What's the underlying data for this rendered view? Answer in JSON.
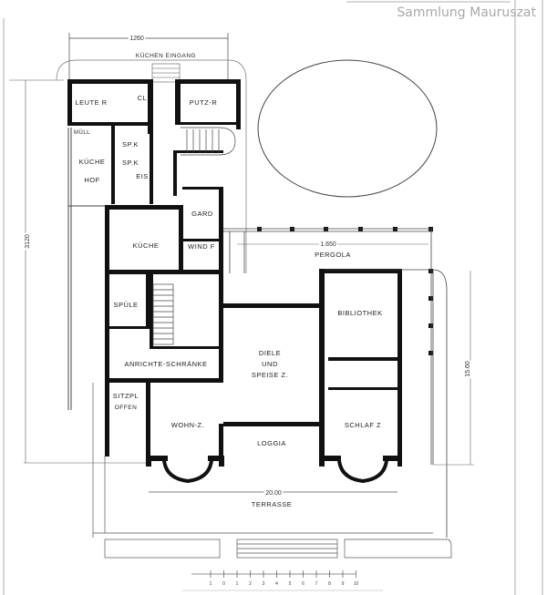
{
  "watermark": "Sammlung Mauruszat",
  "dimensions": {
    "top_width": "1260",
    "left_height": "3120",
    "pergola_width": "1.650",
    "right_height": "15.60",
    "terrace_width": "20.00"
  },
  "rooms": {
    "kitchen_entrance": "KÜCHEN EINGANG",
    "leute_r": "LEUTE R",
    "wc": "CL",
    "putz_r": "PUTZ-R",
    "mull": "MÜLL",
    "spk1": "SP.K",
    "spk2": "SP.K",
    "eis": "EIS",
    "kuche_hof_1": "KÜCHE",
    "kuche_hof_2": "HOF",
    "gard": "GARD",
    "kuche": "KÜCHE",
    "wind_f": "WIND F",
    "pergola": "PERGOLA",
    "spule": "SPÜLE",
    "bibliothek": "BIBLIOTHEK",
    "diele_1": "DIELE",
    "diele_2": "UND",
    "diele_3": "SPEISE Z.",
    "anrichte": "ANRICHTE-SCHRÄNKE",
    "sitzpl_1": "SITZPL",
    "sitzpl_2": "OFFEN",
    "wohn_z": "WOHN-Z.",
    "loggia": "LOGGIA",
    "schlaf_z": "SCHLAF Z",
    "terrasse": "TERRASSE"
  },
  "scale_bar": [
    "1",
    "0",
    "1",
    "2",
    "3",
    "4",
    "5",
    "6",
    "7",
    "8",
    "9",
    "10"
  ]
}
